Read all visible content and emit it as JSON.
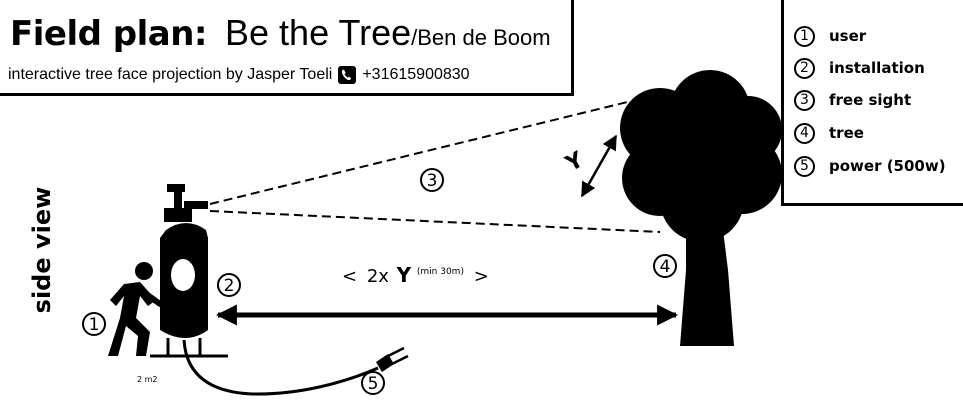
{
  "header": {
    "title": "Field plan:",
    "project": "Be the Tree",
    "author": "/Ben de Boom",
    "subtitle": "interactive tree face projection by Jasper Toeli",
    "phone": "+31615900830",
    "phone_icon": "phone-icon"
  },
  "legend": [
    {
      "num": "1",
      "label": "user"
    },
    {
      "num": "2",
      "label": "installation"
    },
    {
      "num": "3",
      "label": "free sight"
    },
    {
      "num": "4",
      "label": "tree"
    },
    {
      "num": "5",
      "label": "power (500w)"
    }
  ],
  "side_label": "side view",
  "diagram": {
    "distance_open": "<",
    "distance_main": "2x",
    "distance_var": "Y",
    "distance_note": "(min 30m)",
    "distance_close": ">",
    "angle_var": "Y",
    "footprint": "2 m2",
    "markers": {
      "user": "1",
      "installation": "2",
      "sight": "3",
      "tree": "4",
      "power": "5"
    }
  }
}
